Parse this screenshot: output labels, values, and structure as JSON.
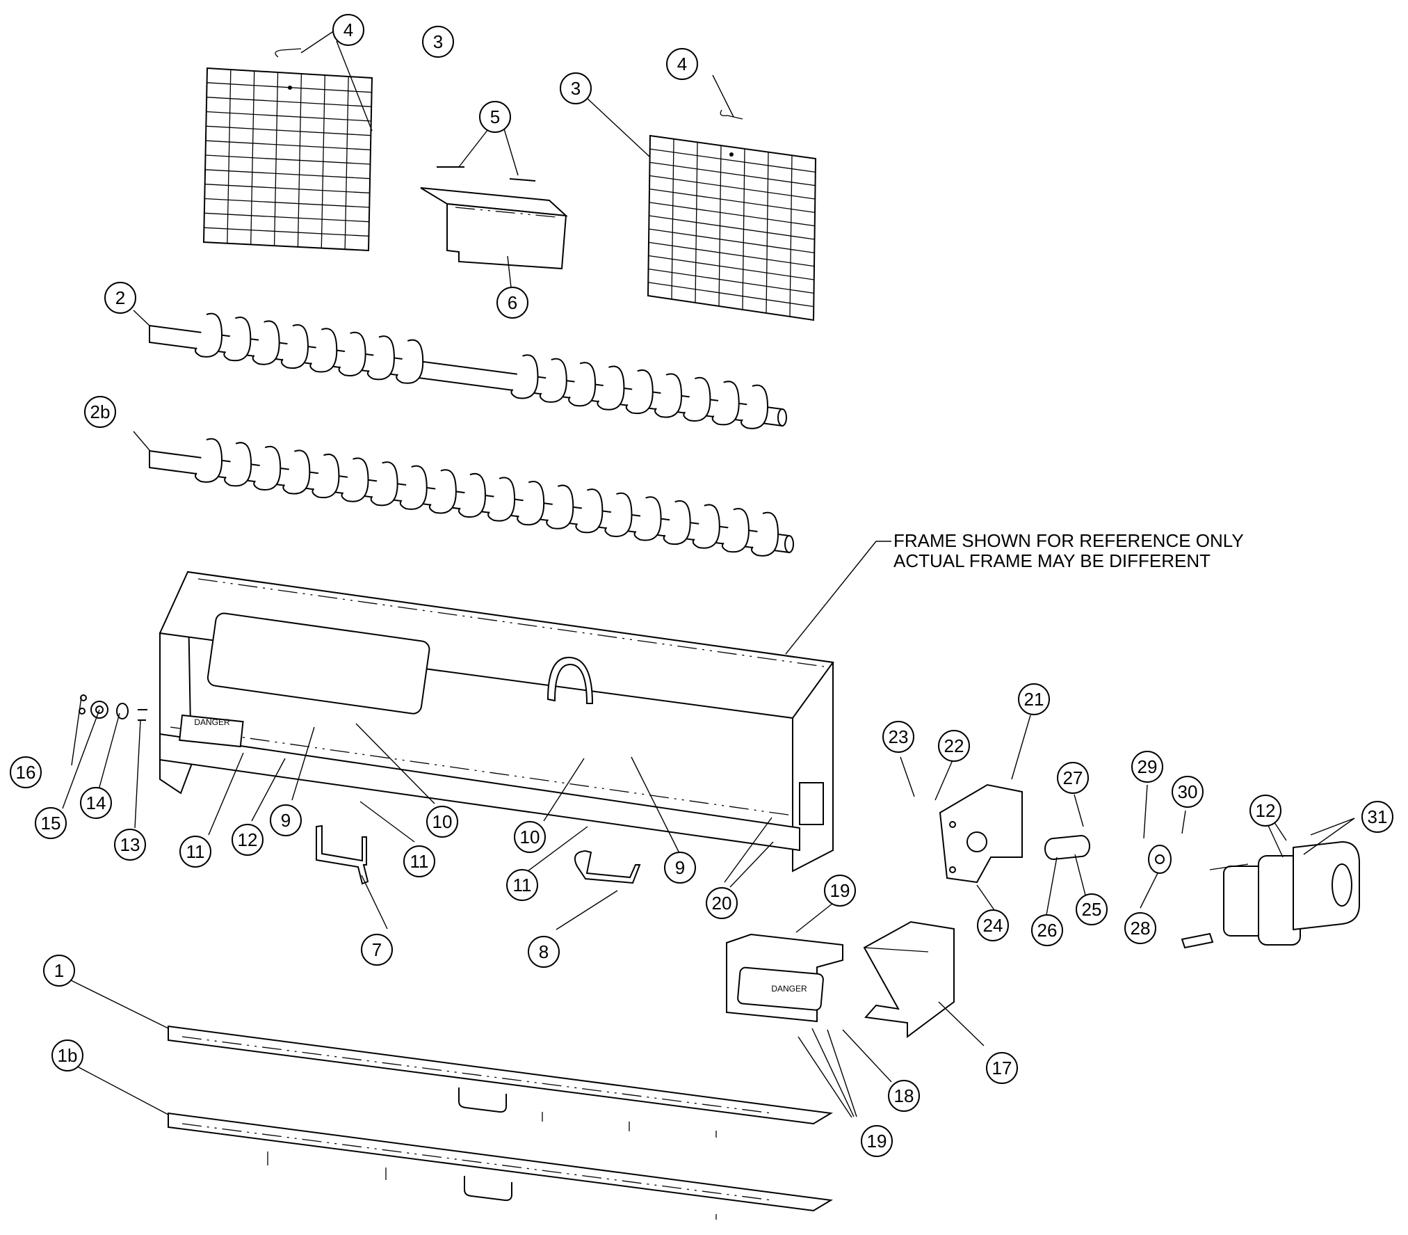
{
  "note": {
    "line1": "FRAME SHOWN FOR REFERENCE ONLY",
    "line2": "ACTUAL FRAME MAY BE DIFFERENT"
  },
  "decals": {
    "frame_decal": "DANGER",
    "cover_decal": "DANGER"
  },
  "callouts": [
    {
      "label": "1"
    },
    {
      "label": "1b"
    },
    {
      "label": "2"
    },
    {
      "label": "2b"
    },
    {
      "label": "3"
    },
    {
      "label": "3"
    },
    {
      "label": "4"
    },
    {
      "label": "4"
    },
    {
      "label": "5"
    },
    {
      "label": "6"
    },
    {
      "label": "7"
    },
    {
      "label": "8"
    },
    {
      "label": "9"
    },
    {
      "label": "9"
    },
    {
      "label": "10"
    },
    {
      "label": "10"
    },
    {
      "label": "11"
    },
    {
      "label": "11"
    },
    {
      "label": "11"
    },
    {
      "label": "12"
    },
    {
      "label": "12"
    },
    {
      "label": "13"
    },
    {
      "label": "14"
    },
    {
      "label": "15"
    },
    {
      "label": "16"
    },
    {
      "label": "17"
    },
    {
      "label": "18"
    },
    {
      "label": "19"
    },
    {
      "label": "19"
    },
    {
      "label": "20"
    },
    {
      "label": "21"
    },
    {
      "label": "22"
    },
    {
      "label": "23"
    },
    {
      "label": "24"
    },
    {
      "label": "25"
    },
    {
      "label": "26"
    },
    {
      "label": "27"
    },
    {
      "label": "28"
    },
    {
      "label": "29"
    },
    {
      "label": "30"
    },
    {
      "label": "31"
    }
  ]
}
